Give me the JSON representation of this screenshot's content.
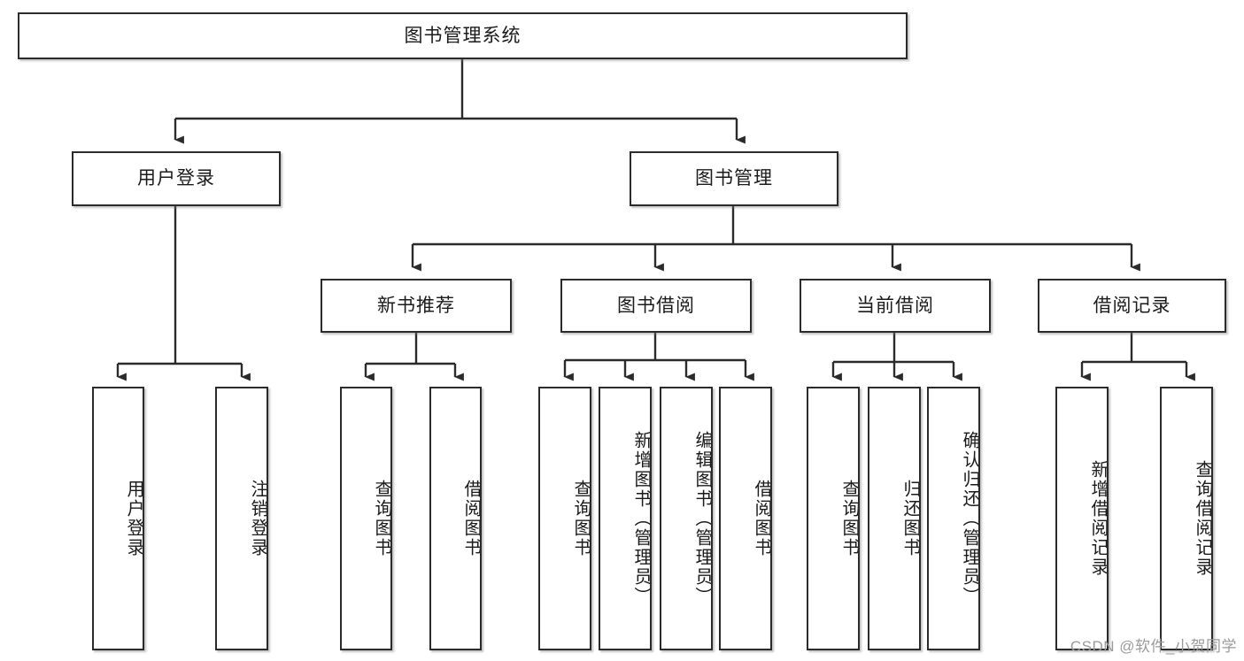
{
  "diagram": {
    "title": "图书管理系统",
    "type": "tree-hierarchy",
    "watermark": "CSDN @软件_小贺同学",
    "colors": {
      "box_border": "#2b2b2b",
      "box_fill": "#ffffff",
      "line": "#2b2b2b",
      "text": "#1b1b1b",
      "watermark": "#9b9b9b",
      "background": "#ffffff"
    },
    "nodes": {
      "root": {
        "label": "图书管理系统",
        "orientation": "horizontal"
      },
      "level2": [
        {
          "id": "user-login",
          "label": "用户登录",
          "orientation": "horizontal"
        },
        {
          "id": "book-manage",
          "label": "图书管理",
          "orientation": "horizontal"
        }
      ],
      "level3": [
        {
          "id": "new-book-recommend",
          "label": "新书推荐",
          "orientation": "horizontal"
        },
        {
          "id": "book-borrow",
          "label": "图书借阅",
          "orientation": "horizontal"
        },
        {
          "id": "current-borrow",
          "label": "当前借阅",
          "orientation": "horizontal"
        },
        {
          "id": "borrow-record",
          "label": "借阅记录",
          "orientation": "horizontal"
        }
      ],
      "leaves": [
        {
          "id": "leaf-user-login",
          "parent": "user-login",
          "label": "用户登录",
          "orientation": "vertical"
        },
        {
          "id": "leaf-logout",
          "parent": "user-login",
          "label": "注销登录",
          "orientation": "vertical"
        },
        {
          "id": "leaf-query-book-1",
          "parent": "new-book-recommend",
          "label": "查询图书",
          "orientation": "vertical"
        },
        {
          "id": "leaf-borrow-book-1",
          "parent": "new-book-recommend",
          "label": "借阅图书",
          "orientation": "vertical"
        },
        {
          "id": "leaf-query-book-2",
          "parent": "book-borrow",
          "label": "查询图书",
          "orientation": "vertical"
        },
        {
          "id": "leaf-add-book",
          "parent": "book-borrow",
          "label": "新增图书（管理员）",
          "orientation": "vertical"
        },
        {
          "id": "leaf-edit-book",
          "parent": "book-borrow",
          "label": "编辑图书（管理员）",
          "orientation": "vertical"
        },
        {
          "id": "leaf-borrow-book-2",
          "parent": "book-borrow",
          "label": "借阅图书",
          "orientation": "vertical"
        },
        {
          "id": "leaf-query-book-3",
          "parent": "current-borrow",
          "label": "查询图书",
          "orientation": "vertical"
        },
        {
          "id": "leaf-return-book",
          "parent": "current-borrow",
          "label": "归还图书",
          "orientation": "vertical"
        },
        {
          "id": "leaf-confirm-return",
          "parent": "current-borrow",
          "label": "确认归还（管理员）",
          "orientation": "vertical"
        },
        {
          "id": "leaf-add-record",
          "parent": "borrow-record",
          "label": "新增借阅记录",
          "orientation": "vertical"
        },
        {
          "id": "leaf-query-record",
          "parent": "borrow-record",
          "label": "查询借阅记录",
          "orientation": "vertical"
        }
      ]
    }
  }
}
